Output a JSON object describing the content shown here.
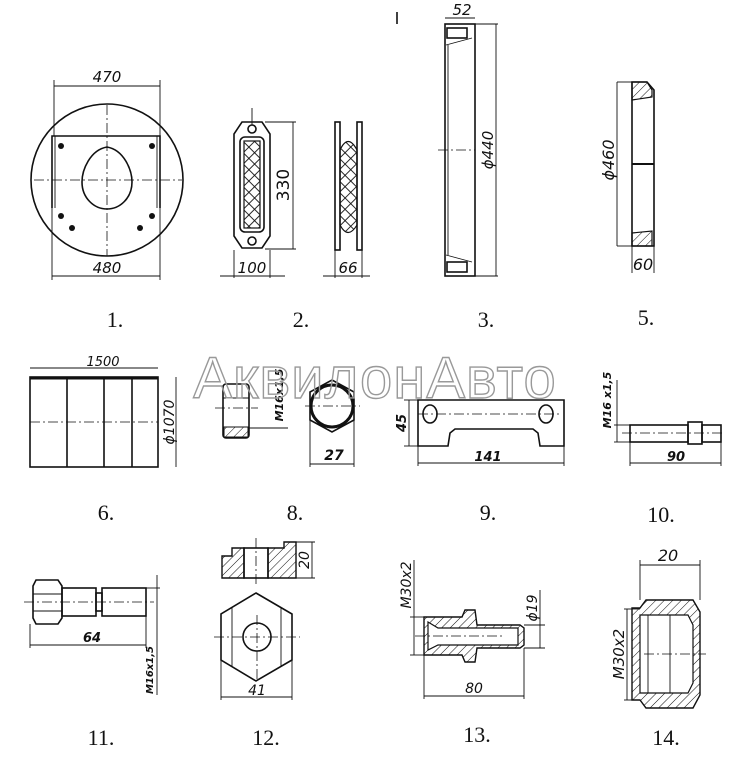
{
  "watermark": "АквилонАвто",
  "parts": {
    "p1": {
      "label": "1.",
      "dim_top": "470",
      "dim_bottom": "480"
    },
    "p2": {
      "label": "2.",
      "dim_height": "330",
      "dim_width": "100",
      "dim_side": "66"
    },
    "p3": {
      "label": "3.",
      "dim_width": "52",
      "dim_diameter": "ϕ440"
    },
    "p5": {
      "label": "5.",
      "dim_diameter": "ϕ460",
      "dim_width": "60"
    },
    "p6": {
      "label": "6.",
      "dim_length": "1500",
      "dim_diameter": "ϕ1070"
    },
    "p8": {
      "label": "8.",
      "dim_thread": "M16x1,5",
      "dim_width": "27"
    },
    "p9": {
      "label": "9.",
      "dim_height": "45",
      "dim_length": "141"
    },
    "p10": {
      "label": "10.",
      "dim_thread": "M16 x1,5",
      "dim_length": "90"
    },
    "p11": {
      "label": "11.",
      "dim_length": "64",
      "dim_thread": "M16x1,5"
    },
    "p12": {
      "label": "12.",
      "dim_height": "20",
      "dim_width": "41"
    },
    "p13": {
      "label": "13.",
      "dim_thread": "M30x2",
      "dim_diameter": "ϕ19",
      "dim_length": "80"
    },
    "p14": {
      "label": "14.",
      "dim_width": "20",
      "dim_thread": "M30x2"
    }
  }
}
